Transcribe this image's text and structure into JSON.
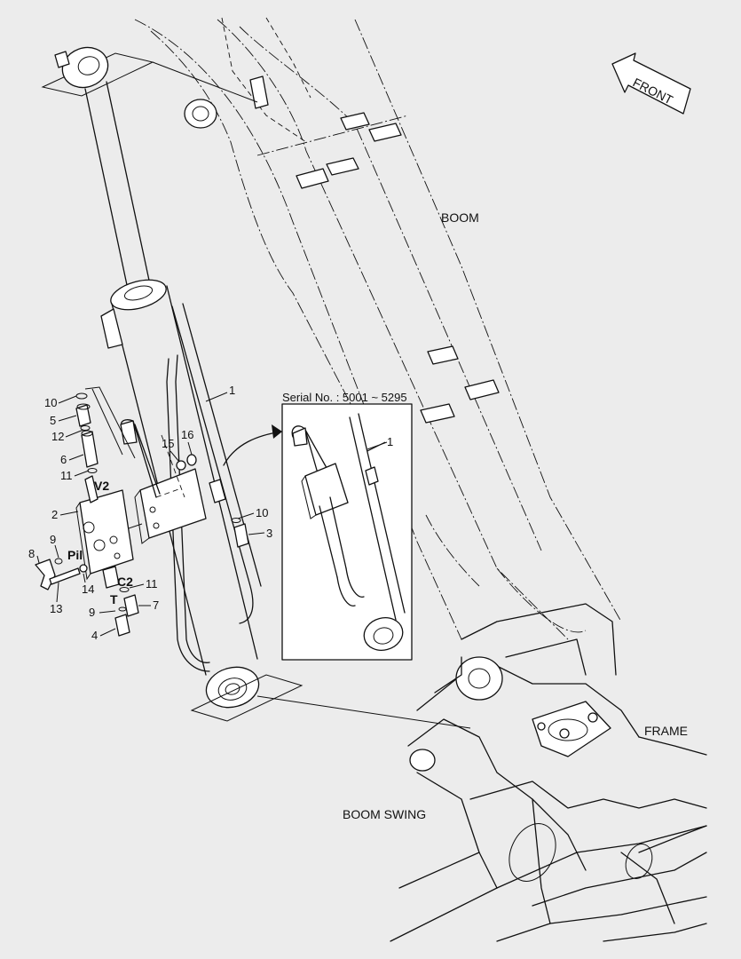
{
  "labels": {
    "boom": "BOOM",
    "frame": "FRAME",
    "boom_swing": "BOOM SWING",
    "front": "FRONT",
    "serial": "Serial No. : 5001 ~ 5295"
  },
  "callouts": {
    "p1": "1",
    "p2": "2",
    "p3": "3",
    "p4": "4",
    "p5": "5",
    "p6": "6",
    "p7": "7",
    "p8": "8",
    "p9a": "9",
    "p9b": "9",
    "p10a": "10",
    "p10b": "10",
    "p11a": "11",
    "p11b": "11",
    "p12": "12",
    "p13": "13",
    "p14": "14",
    "p15": "15",
    "p16": "16",
    "inset1": "1"
  },
  "ports": {
    "v2": "V2",
    "pil": "Pil",
    "c2": "C2",
    "t": "T"
  }
}
